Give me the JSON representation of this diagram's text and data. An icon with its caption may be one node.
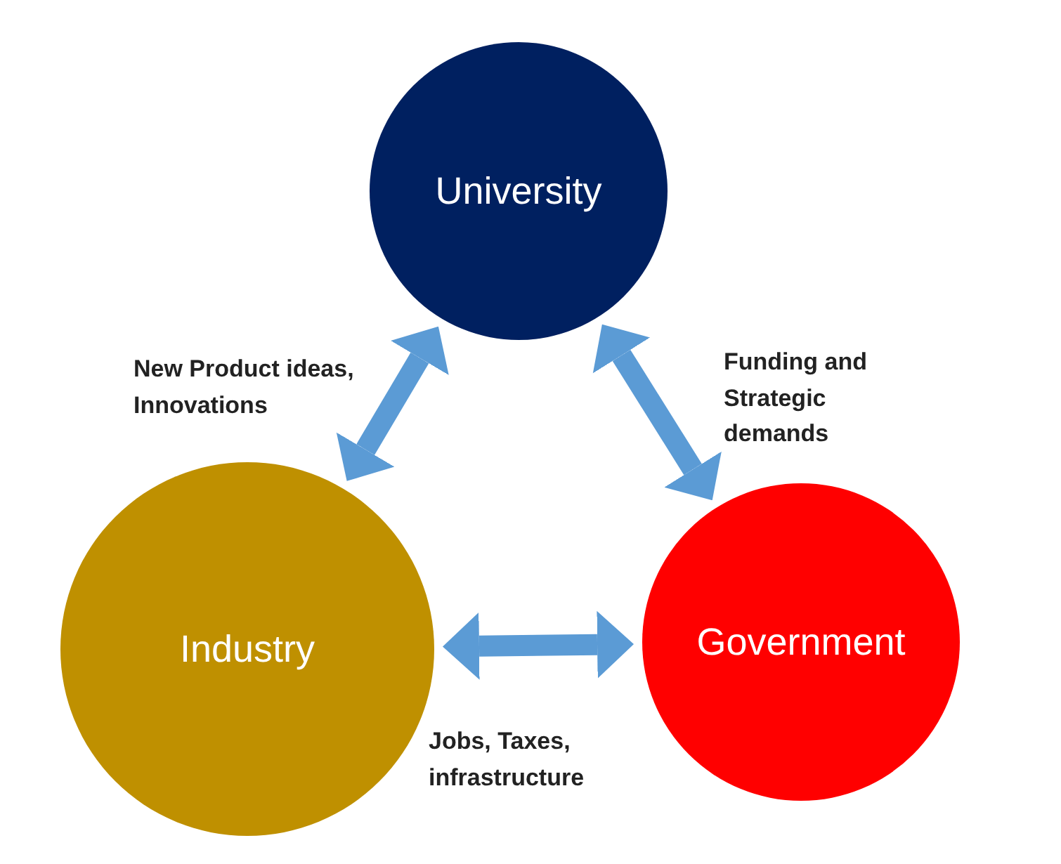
{
  "diagram": {
    "nodes": [
      {
        "text": [
          "University"
        ]
      },
      {
        "text": [
          "Industry"
        ]
      },
      {
        "text": [
          "Government"
        ]
      }
    ],
    "edges": [
      {
        "from": 1,
        "to": 0,
        "arrow": "both",
        "label": "New Product ideas, Innovations"
      },
      {
        "from": 0,
        "to": 2,
        "arrow": "both",
        "label": "Funding and Strategic demands"
      },
      {
        "from": 1,
        "to": 2,
        "arrow": "both",
        "label": "Jobs, Taxes, infrastructure"
      }
    ]
  }
}
